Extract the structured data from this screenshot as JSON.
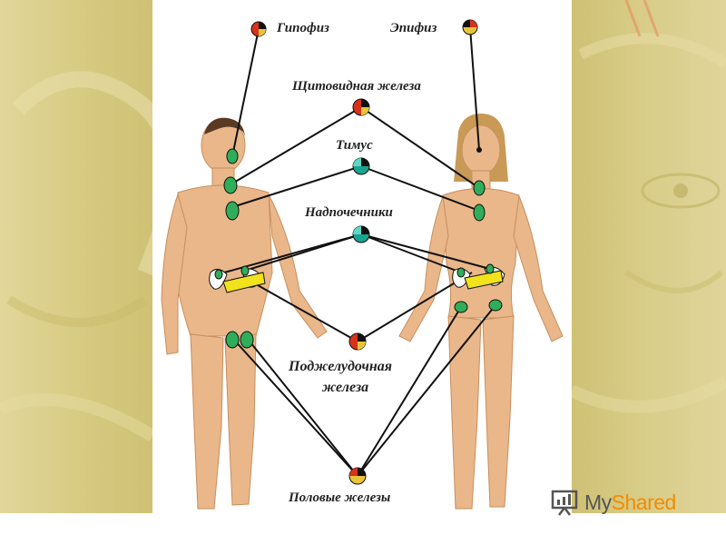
{
  "labels": {
    "pituitary": "Гипофиз",
    "pineal": "Эпифиз",
    "thyroid": "Щитовидная железа",
    "thymus": "Тимус",
    "adrenal": "Надпочечники",
    "pancreas_line1": "Поджелудочная",
    "pancreas_line2": "железа",
    "gonads": "Половые железы"
  },
  "brand": {
    "name_part1": "My",
    "name_part2": "Shared",
    "icon": "presentation-board-icon"
  },
  "colors": {
    "skin": "#e9b789",
    "gland": "#2fae5a",
    "node_red": "#d6331a",
    "node_teal": "#1aa38e",
    "node_yellow": "#e8c43a",
    "line": "#111111",
    "panel": "#d8cc88"
  }
}
